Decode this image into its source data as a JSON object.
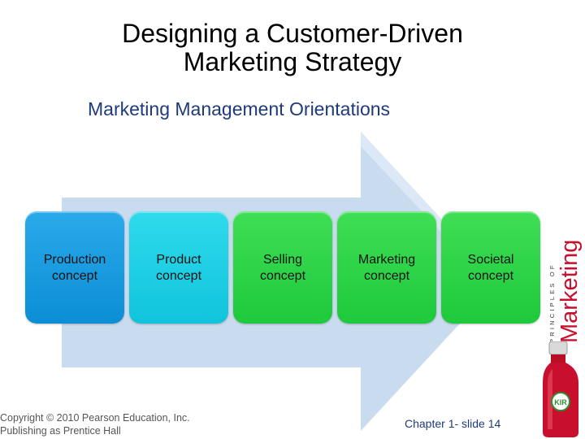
{
  "slide": {
    "title_line1": "Designing a Customer-Driven",
    "title_line2": "Marketing Strategy",
    "subtitle": "Marketing Management Orientations"
  },
  "concepts": [
    {
      "line1": "Production",
      "line2": "concept",
      "color": "#0c8ed6"
    },
    {
      "line1": "Product",
      "line2": "concept",
      "color": "#10c4dc"
    },
    {
      "line1": "Selling",
      "line2": "concept",
      "color": "#1ec93b"
    },
    {
      "line1": "Marketing",
      "line2": "concept",
      "color": "#1ec93b"
    },
    {
      "line1": "Societal",
      "line2": "concept",
      "color": "#1ec93b"
    }
  ],
  "footer": {
    "copyright_line1": "Copyright © 2010 Pearson Education, Inc.",
    "copyright_line2": "Publishing as Prentice Hall",
    "chapter": "Chapter 1- slide 14"
  },
  "branding": {
    "book_small": "PRINCIPLES OF",
    "book_large": "Marketing",
    "product_label": "KIR"
  },
  "colors": {
    "arrow": "#c9dcef",
    "subtitle": "#1f3a7a",
    "bottle": "#c8102e"
  }
}
